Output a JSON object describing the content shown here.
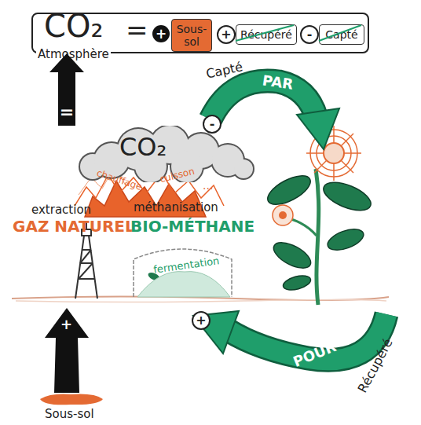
{
  "diagram": {
    "nodes": [
      {
        "text": [
          "CO₂",
          "Atmosphère",
          "=",
          "+",
          "+",
          "-"
        ]
      },
      {
        "text": [
          "Sous-sol"
        ],
        "in": 0
      },
      {
        "text": [
          "Récupéré"
        ],
        "in": 0
      },
      {
        "text": [
          "Capté"
        ],
        "in": 0
      },
      {
        "text": [
          "CO₂"
        ]
      },
      {
        "text": [
          "fermentation"
        ]
      },
      {
        "text": [
          "Sous-sol"
        ]
      }
    ],
    "edges": [
      {
        "from": 4,
        "to": 0,
        "arrow": "to",
        "label": "="
      }
    ],
    "labels": [
      "extraction",
      "GAZ NATUREL",
      "méthanisation",
      "BIO-MÉTHANE",
      "chauffage",
      "cuisson",
      "...",
      "Capté",
      "PAR",
      "-",
      "+",
      "POUR",
      "Récupéré",
      "+"
    ]
  }
}
